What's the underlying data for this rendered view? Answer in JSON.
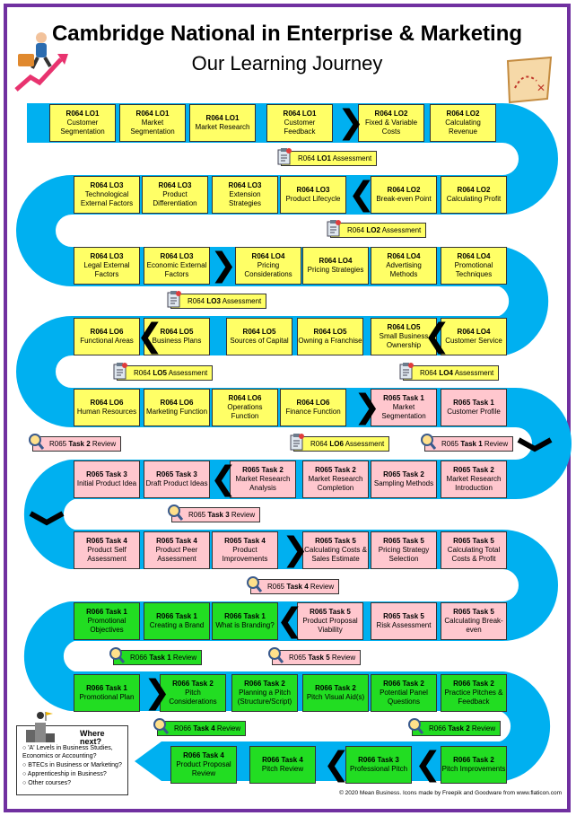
{
  "header": {
    "title": "Cambridge National in Enterprise & Marketing",
    "subtitle": "Our Learning Journey"
  },
  "rows": [
    {
      "direction": "right",
      "chevron_after": 3,
      "items": [
        {
          "code": "R064 LO1",
          "label": "Customer Segmentation",
          "color": "y"
        },
        {
          "code": "R064 LO1",
          "label": "Market Segmentation",
          "color": "y"
        },
        {
          "code": "R064 LO1",
          "label": "Market Research",
          "color": "y"
        },
        {
          "code": "R064 LO1",
          "label": "Customer Feedback",
          "color": "y"
        },
        {
          "code": "R064 LO2",
          "label": "Fixed & Variable Costs",
          "color": "y"
        },
        {
          "code": "R064 LO2",
          "label": "Calculating Revenue",
          "color": "y"
        }
      ]
    },
    {
      "direction": "left",
      "chevron_after": 3,
      "items": [
        {
          "code": "R064 LO3",
          "label": "Technological External Factors",
          "color": "y"
        },
        {
          "code": "R064 LO3",
          "label": "Product Differentiation",
          "color": "y"
        },
        {
          "code": "R064 LO3",
          "label": "Extension Strategies",
          "color": "y"
        },
        {
          "code": "R064 LO3",
          "label": "Product Lifecycle",
          "color": "y"
        },
        {
          "code": "R064 LO2",
          "label": "Break-even Point",
          "color": "y"
        },
        {
          "code": "R064 LO2",
          "label": "Calculating Profit",
          "color": "y"
        }
      ]
    },
    {
      "direction": "right",
      "chevron_after": 1,
      "items": [
        {
          "code": "R064 LO3",
          "label": "Legal External Factors",
          "color": "y"
        },
        {
          "code": "R064 LO3",
          "label": "Economic External Factors",
          "color": "y"
        },
        {
          "code": "R064 LO4",
          "label": "Pricing Considerations",
          "color": "y"
        },
        {
          "code": "R064 LO4",
          "label": "Pricing Strategies",
          "color": "y"
        },
        {
          "code": "R064 LO4",
          "label": "Advertising Methods",
          "color": "y"
        },
        {
          "code": "R064 LO4",
          "label": "Promotional Techniques",
          "color": "y"
        }
      ]
    },
    {
      "direction": "left",
      "chevron_after": 0,
      "chevron_after2": 4,
      "items": [
        {
          "code": "R064 LO6",
          "label": "Functional Areas",
          "color": "y"
        },
        {
          "code": "R064 LO5",
          "label": "Business Plans",
          "color": "y"
        },
        {
          "code": "R064 LO5",
          "label": "Sources of Capital",
          "color": "y"
        },
        {
          "code": "R064 LO5",
          "label": "Owning a Franchise",
          "color": "y"
        },
        {
          "code": "R064 LO5",
          "label": "Small Business Ownership",
          "color": "y"
        },
        {
          "code": "R064 LO4",
          "label": "Customer Service",
          "color": "y"
        }
      ]
    },
    {
      "direction": "right",
      "chevron_after": 3,
      "items": [
        {
          "code": "R064 LO6",
          "label": "Human Resources",
          "color": "y"
        },
        {
          "code": "R064 LO6",
          "label": "Marketing Function",
          "color": "y"
        },
        {
          "code": "R064 LO6",
          "label": "Operations Function",
          "color": "y"
        },
        {
          "code": "R064 LO6",
          "label": "Finance Function",
          "color": "y"
        },
        {
          "code": "R065 Task 1",
          "label": "Market Segmentation",
          "color": "p"
        },
        {
          "code": "R065 Task 1",
          "label": "Customer Profile",
          "color": "p"
        }
      ]
    },
    {
      "direction": "left",
      "chevron_after": 1,
      "items": [
        {
          "code": "R065 Task 3",
          "label": "Initial Product Idea",
          "color": "p"
        },
        {
          "code": "R065 Task 3",
          "label": "Draft Product Ideas",
          "color": "p"
        },
        {
          "code": "R065 Task 2",
          "label": "Market Research Analysis",
          "color": "p"
        },
        {
          "code": "R065 Task 2",
          "label": "Market Research Completion",
          "color": "p"
        },
        {
          "code": "R065 Task 2",
          "label": "Sampling Methods",
          "color": "p"
        },
        {
          "code": "R065 Task 2",
          "label": "Market Research Introduction",
          "color": "p"
        }
      ]
    },
    {
      "direction": "right",
      "chevron_after": 2,
      "items": [
        {
          "code": "R065 Task 4",
          "label": "Product Self Assessment",
          "color": "p"
        },
        {
          "code": "R065 Task 4",
          "label": "Product Peer Assessment",
          "color": "p"
        },
        {
          "code": "R065 Task 4",
          "label": "Product Improvements",
          "color": "p"
        },
        {
          "code": "R065 Task 5",
          "label": "Calculating Costs & Sales Estimate",
          "color": "p"
        },
        {
          "code": "R065 Task 5",
          "label": "Pricing Strategy Selection",
          "color": "p"
        },
        {
          "code": "R065 Task 5",
          "label": "Calculating Total Costs & Profit",
          "color": "p"
        }
      ]
    },
    {
      "direction": "left",
      "chevron_after": 2,
      "items": [
        {
          "code": "R066 Task 1",
          "label": "Promotional Objectives",
          "color": "g"
        },
        {
          "code": "R066 Task 1",
          "label": "Creating a Brand",
          "color": "g"
        },
        {
          "code": "R066 Task 1",
          "label": "What is Branding?",
          "color": "g"
        },
        {
          "code": "R065 Task 5",
          "label": "Product Proposal Viability",
          "color": "p"
        },
        {
          "code": "R065 Task 5",
          "label": "Risk Assessment",
          "color": "p"
        },
        {
          "code": "R065 Task 5",
          "label": "Calculating Break-even",
          "color": "p"
        }
      ]
    },
    {
      "direction": "right",
      "chevron_after": 0,
      "items": [
        {
          "code": "R066 Task 1",
          "label": "Promotional Plan",
          "color": "g"
        },
        {
          "code": "R066 Task 2",
          "label": "Pitch Considerations",
          "color": "g"
        },
        {
          "code": "R066 Task 2",
          "label": "Planning a Pitch (Structure/Script)",
          "color": "g"
        },
        {
          "code": "R066 Task 2",
          "label": "Pitch Visual Aid(s)",
          "color": "g"
        },
        {
          "code": "R066 Task 2",
          "label": "Potential Panel Questions",
          "color": "g"
        },
        {
          "code": "R066 Task 2",
          "label": "Practice Pitches & Feedback",
          "color": "g"
        }
      ]
    },
    {
      "direction": "left",
      "chevron_after": -1,
      "items": [
        {
          "code": "R066 Task 4",
          "label": "Product Proposal Review",
          "color": "g"
        },
        {
          "code": "R066 Task 4",
          "label": "Pitch Review",
          "color": "g"
        },
        {
          "code": "R066 Task 3",
          "label": "Professional Pitch",
          "color": "g"
        },
        {
          "code": "R066 Task 2",
          "label": "Pitch Improvements",
          "color": "g"
        }
      ]
    }
  ],
  "tags": [
    {
      "prefix": "R064 ",
      "bold": "LO1",
      "suffix": " Assessment",
      "color": "y",
      "icon": "clipboard-icon"
    },
    {
      "prefix": "R064 ",
      "bold": "LO2",
      "suffix": " Assessment",
      "color": "y",
      "icon": "clipboard-icon"
    },
    {
      "prefix": "R064 ",
      "bold": "LO3",
      "suffix": " Assessment",
      "color": "y",
      "icon": "clipboard-icon"
    },
    {
      "prefix": "R064 ",
      "bold": "LO5",
      "suffix": " Assessment",
      "color": "y",
      "icon": "clipboard-icon"
    },
    {
      "prefix": "R064 ",
      "bold": "LO4",
      "suffix": " Assessment",
      "color": "y",
      "icon": "clipboard-icon"
    },
    {
      "prefix": "R065 ",
      "bold": "Task 2",
      "suffix": " Review",
      "color": "p",
      "icon": "magnifier-icon"
    },
    {
      "prefix": "R064 ",
      "bold": "LO6",
      "suffix": " Assessment",
      "color": "y",
      "icon": "clipboard-icon"
    },
    {
      "prefix": "R065 ",
      "bold": "Task 1",
      "suffix": " Review",
      "color": "p",
      "icon": "magnifier-icon"
    },
    {
      "prefix": "R065 ",
      "bold": "Task 3",
      "suffix": " Review",
      "color": "p",
      "icon": "magnifier-icon"
    },
    {
      "prefix": "R065 ",
      "bold": "Task 4",
      "suffix": " Review",
      "color": "p",
      "icon": "magnifier-icon"
    },
    {
      "prefix": "R066 ",
      "bold": "Task 1",
      "suffix": " Review",
      "color": "g",
      "icon": "magnifier-icon"
    },
    {
      "prefix": "R065 ",
      "bold": "Task 5",
      "suffix": " Review",
      "color": "p",
      "icon": "magnifier-icon"
    },
    {
      "prefix": "R066 ",
      "bold": "Task 4",
      "suffix": " Review",
      "color": "g",
      "icon": "magnifier-icon"
    },
    {
      "prefix": "R066 ",
      "bold": "Task 2",
      "suffix": " Review",
      "color": "g",
      "icon": "magnifier-icon"
    }
  ],
  "where_next": {
    "title": "Where next?",
    "items": [
      "'A' Levels in Business Studies, Economics or Accounting?",
      "BTECs in Business or Marketing?",
      "Apprenticeship in Business?",
      "Other courses?"
    ]
  },
  "footer": "© 2020 Mean Business. Icons made by Freepik and Goodware from www.flaticon.com",
  "colors": {
    "frame": "#7030a0",
    "road": "#00b0f0",
    "yellow": "#ffff66",
    "pink": "#ffc7ce",
    "green": "#22dd22"
  }
}
